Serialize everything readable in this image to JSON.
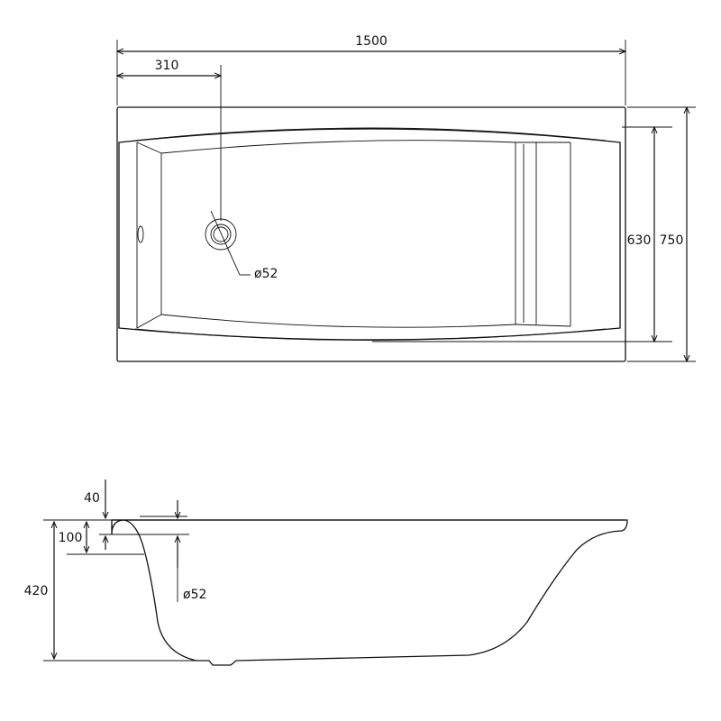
{
  "top_view": {
    "dim_length": "1500",
    "dim_drain_offset": "310",
    "dim_inner_width": "630",
    "dim_outer_width": "750",
    "dim_drain_diameter": "ø52"
  },
  "side_view": {
    "dim_rim_thickness": "40",
    "dim_overflow_depth": "100",
    "dim_height": "420",
    "dim_overflow_diameter": "ø52"
  }
}
